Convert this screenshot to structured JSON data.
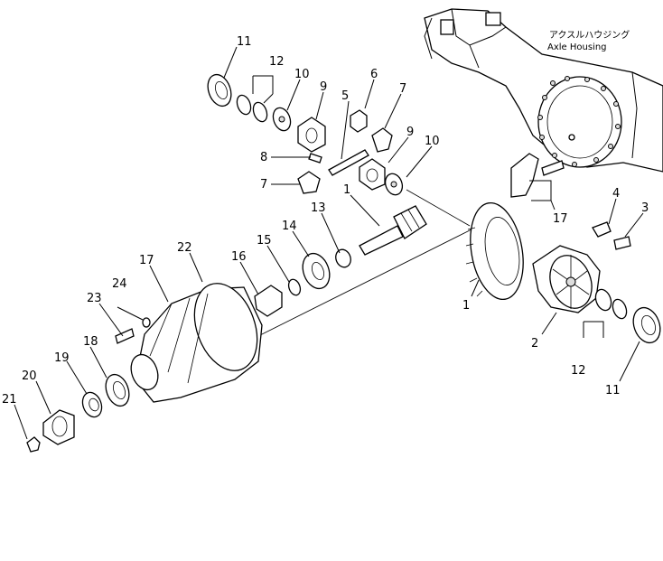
{
  "housing": {
    "label_jp": "アクスルハウジング",
    "label_en": "Axle Housing"
  },
  "callouts": {
    "c1a": "1",
    "c1b": "1",
    "c2": "2",
    "c3": "3",
    "c4": "4",
    "c5": "5",
    "c6": "6",
    "c7a": "7",
    "c7b": "7",
    "c8": "8",
    "c9a": "9",
    "c9b": "9",
    "c10a": "10",
    "c10b": "10",
    "c11a": "11",
    "c11b": "11",
    "c12a": "12",
    "c12b": "12",
    "c13": "13",
    "c14": "14",
    "c15": "15",
    "c16": "16",
    "c17a": "17",
    "c17b": "17",
    "c18": "18",
    "c19": "19",
    "c20": "20",
    "c21": "21",
    "c22": "22",
    "c23": "23",
    "c24": "24"
  }
}
